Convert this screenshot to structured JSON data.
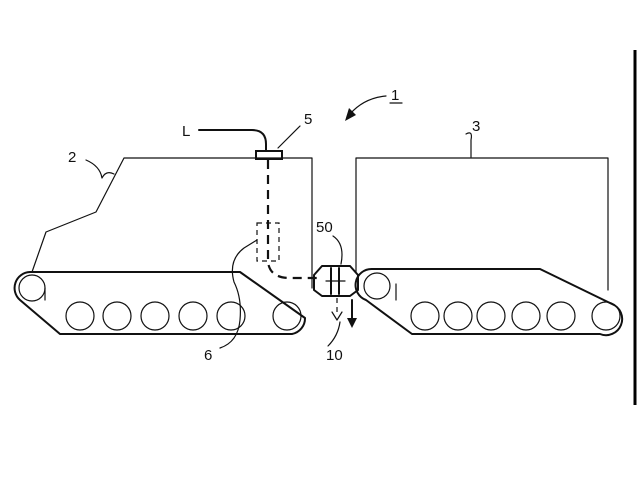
{
  "labels": {
    "fig": "1",
    "vehicle_front": "2",
    "vehicle_rear": "3",
    "line": "L",
    "port": "5",
    "coupling": "50",
    "pipe": "6",
    "outlet": "10"
  },
  "colors": {
    "ink": "#111111",
    "background": "#ffffff"
  }
}
